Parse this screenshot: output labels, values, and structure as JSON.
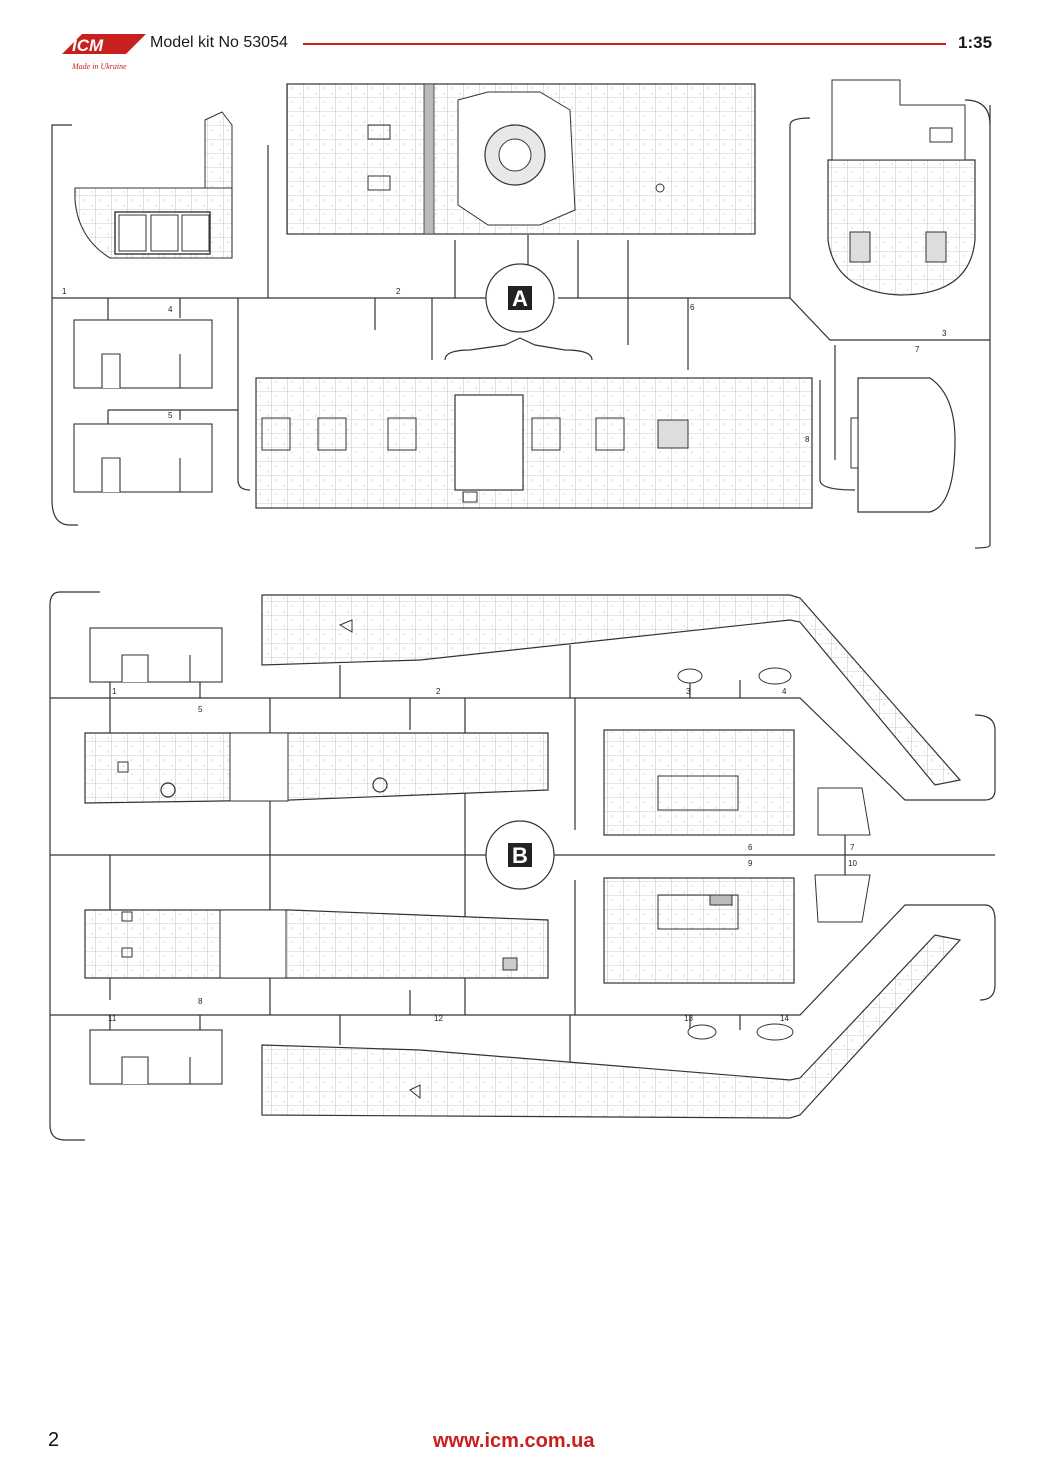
{
  "header": {
    "brand": "ICM",
    "tagline": "Made in Ukraine",
    "title": "Model kit No 53054",
    "scale": "1:35"
  },
  "sprues": [
    {
      "letter": "A",
      "gates": [
        "1",
        "2",
        "3",
        "4",
        "5",
        "6",
        "7",
        "8"
      ]
    },
    {
      "letter": "B",
      "gates": [
        "1",
        "2",
        "3",
        "4",
        "5",
        "6",
        "7",
        "8",
        "9",
        "10",
        "11",
        "12",
        "13",
        "14"
      ]
    }
  ],
  "footer": {
    "page_number": "2",
    "url": "www.icm.com.ua"
  },
  "colors": {
    "accent": "#c8201d",
    "line": "#333333",
    "sprue_badge": "#222222"
  }
}
